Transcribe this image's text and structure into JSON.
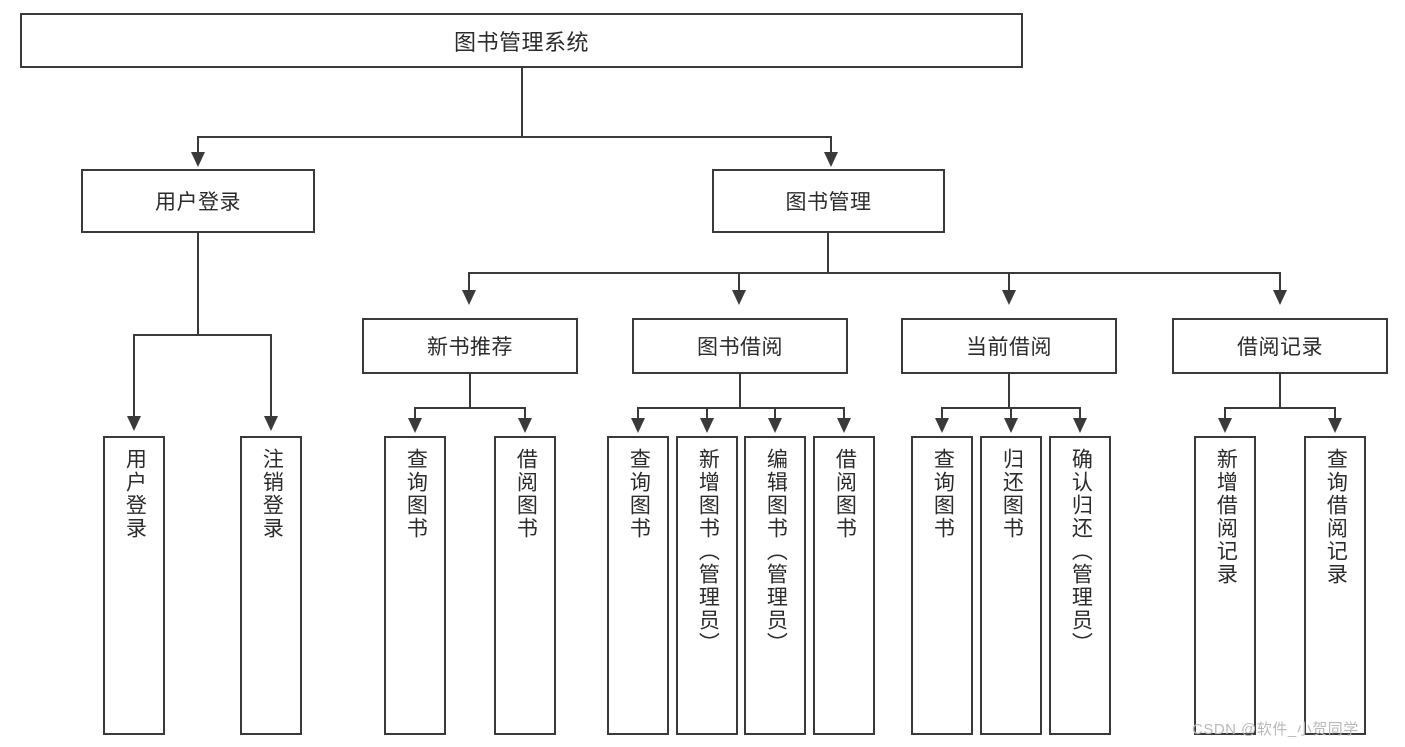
{
  "diagram": {
    "title": "图书管理系统",
    "type": "tree-hierarchy",
    "root": {
      "label": "图书管理系统"
    },
    "level2": [
      {
        "label": "用户登录"
      },
      {
        "label": "图书管理"
      }
    ],
    "level3": [
      {
        "label": "新书推荐"
      },
      {
        "label": "图书借阅"
      },
      {
        "label": "当前借阅"
      },
      {
        "label": "借阅记录"
      }
    ],
    "leaves": {
      "user_login": [
        {
          "label": "用户登录"
        },
        {
          "label": "注销登录"
        }
      ],
      "new_book": [
        {
          "label": "查询图书"
        },
        {
          "label": "借阅图书"
        }
      ],
      "book_borrow": [
        {
          "label": "查询图书"
        },
        {
          "label": "新增图书（管理员）"
        },
        {
          "label": "编辑图书（管理员）"
        },
        {
          "label": "借阅图书"
        }
      ],
      "current_borrow": [
        {
          "label": "查询图书"
        },
        {
          "label": "归还图书"
        },
        {
          "label": "确认归还（管理员）"
        }
      ],
      "borrow_record": [
        {
          "label": "新增借阅记录"
        },
        {
          "label": "查询借阅记录"
        }
      ]
    }
  },
  "watermark": {
    "text": "CSDN @软件_小贺同学"
  },
  "colors": {
    "border": "#3a3a3a",
    "text": "#2b2b2b",
    "background": "#ffffff",
    "watermark": "#b9b9b9"
  }
}
